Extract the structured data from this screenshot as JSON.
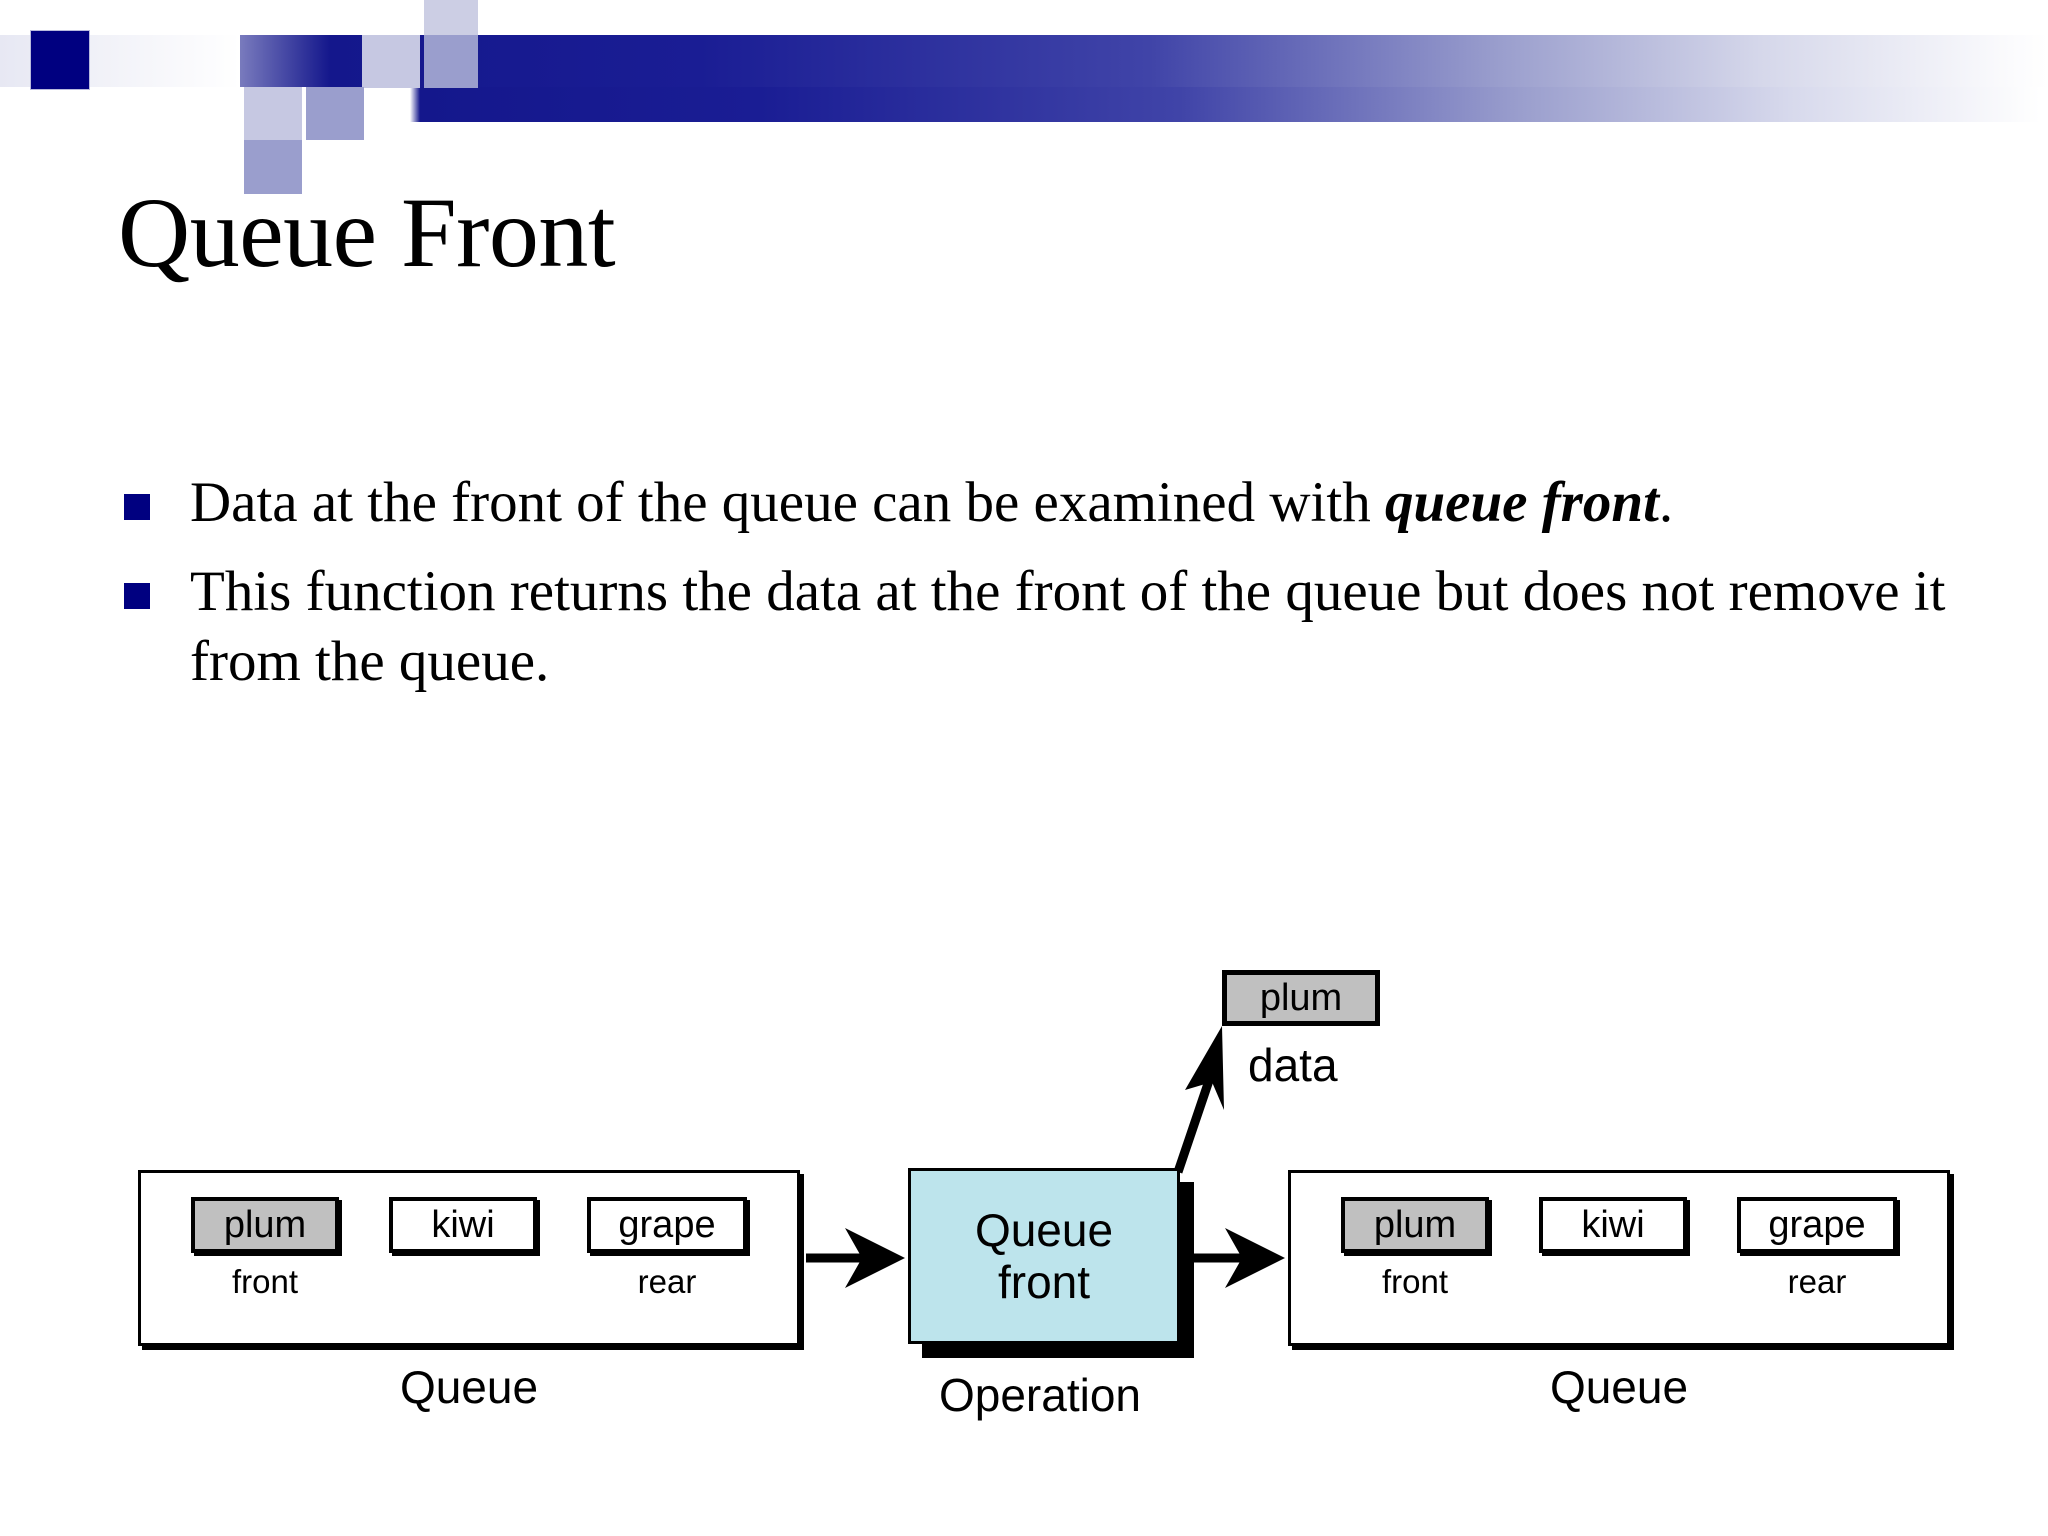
{
  "slide": {
    "title": "Queue Front",
    "bullets": [
      {
        "lead": "Data at the front of the queue can be examined with ",
        "emphasis": "queue front",
        "tail": "."
      },
      {
        "lead": "This function returns the data at the front of the queue but does not remove it from the queue.",
        "emphasis": "",
        "tail": ""
      }
    ]
  },
  "diagram": {
    "left_queue": {
      "caption": "Queue",
      "cells": [
        "plum",
        "kiwi",
        "grape"
      ],
      "front_label": "front",
      "rear_label": "rear"
    },
    "operation": {
      "line1": "Queue",
      "line2": "front",
      "caption": "Operation"
    },
    "right_queue": {
      "caption": "Queue",
      "cells": [
        "plum",
        "kiwi",
        "grape"
      ],
      "front_label": "front",
      "rear_label": "rear"
    },
    "data_output": {
      "value": "plum",
      "label": "data"
    }
  },
  "colors": {
    "accent_navy": "#000080",
    "band_navy": "#14178c",
    "deco_light": "#c6c8e2",
    "deco_mid": "#9a9ecd",
    "operation_fill": "#bde4ec",
    "highlight_cell_fill": "#c0c0c0",
    "outline": "#000000",
    "page_background": "#ffffff"
  }
}
